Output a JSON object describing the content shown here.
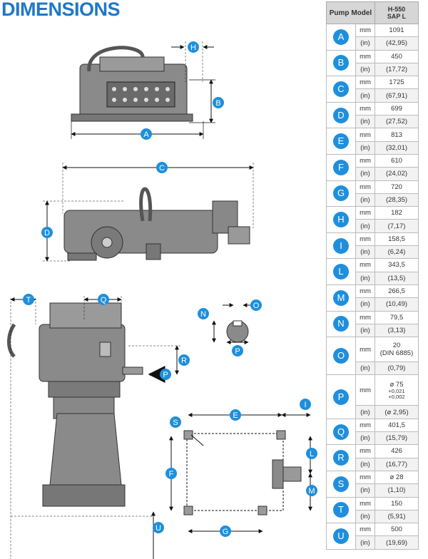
{
  "title": "DIMENSIONS",
  "table": {
    "header_model": "Pump Model",
    "header_value_1": "H-550",
    "header_value_2": "SAP L",
    "unit_mm": "mm",
    "unit_in": "(in)",
    "rows": [
      {
        "letter": "A",
        "mm": "1091",
        "in": "(42,95)"
      },
      {
        "letter": "B",
        "mm": "450",
        "in": "(17,72)"
      },
      {
        "letter": "C",
        "mm": "1725",
        "in": "(67,91)"
      },
      {
        "letter": "D",
        "mm": "699",
        "in": "(27,52)"
      },
      {
        "letter": "E",
        "mm": "813",
        "in": "(32,01)"
      },
      {
        "letter": "F",
        "mm": "610",
        "in": "(24,02)"
      },
      {
        "letter": "G",
        "mm": "720",
        "in": "(28,35)"
      },
      {
        "letter": "H",
        "mm": "182",
        "in": "(7,17)"
      },
      {
        "letter": "I",
        "mm": "158,5",
        "in": "(6,24)"
      },
      {
        "letter": "L",
        "mm": "343,5",
        "in": "(13,5)"
      },
      {
        "letter": "M",
        "mm": "266,5",
        "in": "(10,49)"
      },
      {
        "letter": "N",
        "mm": "79,5",
        "in": "(3,13)"
      },
      {
        "letter": "O",
        "mm": "20",
        "mm_note": "(DIN 6885)",
        "in": "(0,79)"
      },
      {
        "letter": "P",
        "mm": "ø 75",
        "tol_plus": "+0,021",
        "tol_minus": "+0,002",
        "in": "(ø 2,95)"
      },
      {
        "letter": "Q",
        "mm": "401,5",
        "in": "(15,79)"
      },
      {
        "letter": "R",
        "mm": "426",
        "in": "(16,77)"
      },
      {
        "letter": "S",
        "mm": "ø 28",
        "in": "(1,10)"
      },
      {
        "letter": "T",
        "mm": "150",
        "in": "(5,91)"
      },
      {
        "letter": "U",
        "mm": "500",
        "in": "(19,69)"
      }
    ]
  },
  "drawing_labels": {
    "A": "A",
    "B": "B",
    "C": "C",
    "D": "D",
    "E": "E",
    "F": "F",
    "G": "G",
    "H": "H",
    "I": "I",
    "L": "L",
    "M": "M",
    "N": "N",
    "O": "O",
    "P": "P",
    "Q": "Q",
    "R": "R",
    "S": "S",
    "T": "T",
    "U": "U"
  },
  "colors": {
    "accent": "#1f8fdc",
    "title": "#1f78c8",
    "header_bg": "#d6d6d6",
    "pump_body": "#8a8a8a"
  }
}
